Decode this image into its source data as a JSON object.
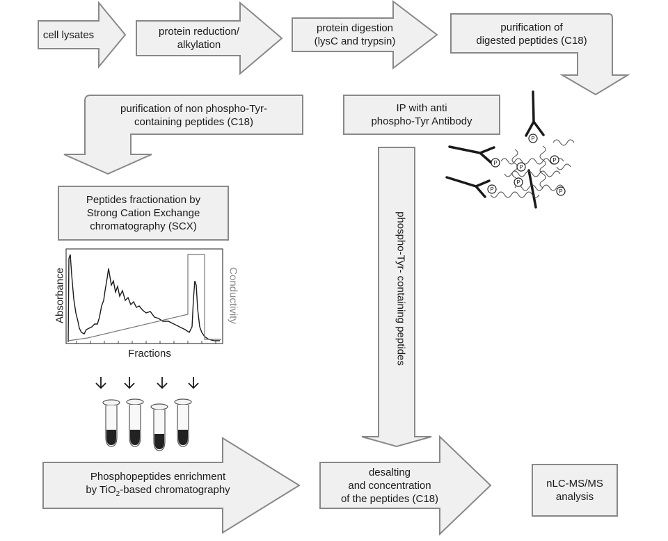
{
  "steps": {
    "cell_lysates": "cell lysates",
    "protein_reduction": [
      "protein reduction/",
      "alkylation"
    ],
    "protein_digestion": [
      "protein digestion",
      "(lysC and trypsin)"
    ],
    "purification_digested": [
      "purification of",
      "digested peptides (C18)"
    ],
    "purification_non_phospho": [
      "purification of non phospho-Tyr-",
      "containing peptides (C18)"
    ],
    "ip_anti_phospho": [
      "IP with anti",
      "phospho-Tyr Antibody"
    ],
    "scx": [
      "Peptides fractionation by",
      "Strong Cation Exchange",
      "chromatography (SCX)"
    ],
    "phospho_tyr_containing": "phospho-Tyr- containing peptides",
    "tio2_line1": "Phosphopeptides enrichment",
    "tio2_line2_pre": "by TiO",
    "tio2_line2_sub": "2",
    "tio2_line2_post": "-based chromatography",
    "desalting": [
      "desalting",
      "and concentration",
      "of the peptides (C18)"
    ],
    "nlc": [
      "nLC-MS/MS",
      "analysis"
    ]
  },
  "chart": {
    "xlabel": "Fractions",
    "ylabel": "Absorbance",
    "y2label": "Conductivity"
  },
  "colors": {
    "arrow_fill": "#f0f0f0",
    "arrow_stroke": "#888888",
    "text": "#1a1a1a",
    "ink": "#1a1a1a"
  }
}
